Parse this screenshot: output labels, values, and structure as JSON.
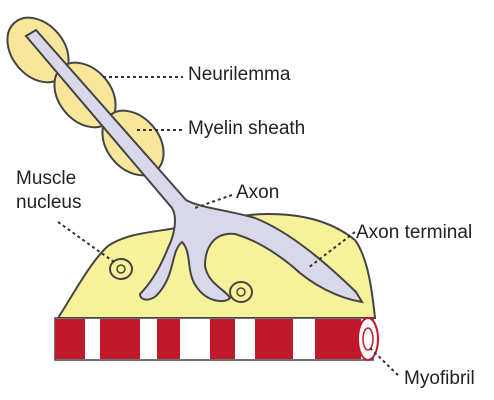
{
  "labels": {
    "neurilemma": "Neurilemma",
    "myelin_sheath": "Myelin sheath",
    "muscle_nucleus_line1": "Muscle",
    "muscle_nucleus_line2": "nucleus",
    "axon": "Axon",
    "axon_terminal": "Axon terminal",
    "myofibril": "Myofibril"
  },
  "colors": {
    "muscle_fill": "#f7f29a",
    "myelin_fill": "#f8e79a",
    "axon_fill": "#d9d7ea",
    "outline": "#444444",
    "fibril_red": "#c0192c",
    "fibril_white": "#ffffff",
    "leader_line": "#333333"
  }
}
